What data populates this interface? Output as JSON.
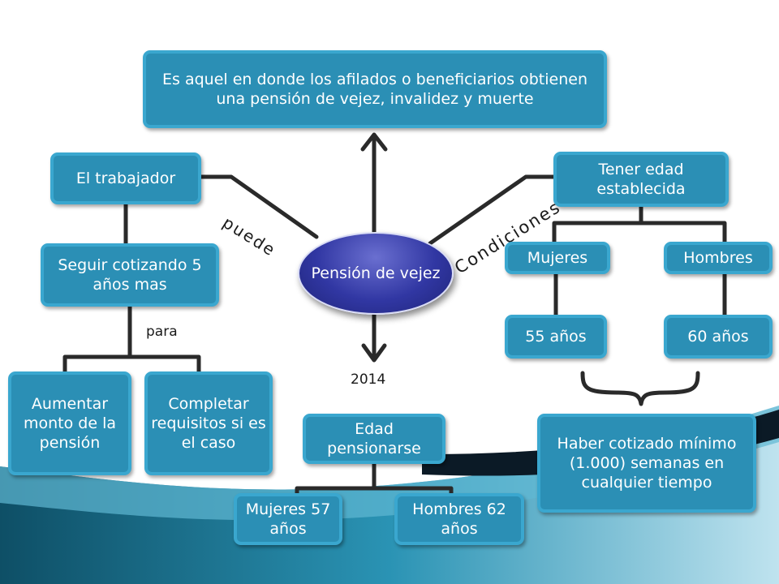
{
  "center": "Pensión de vejez",
  "definition": "Es aquel en donde los afilados o beneficiarios obtienen una pensión de vejez, invalidez y muerte",
  "left": {
    "worker": "El trabajador",
    "link_label": "puede",
    "action": "Seguir cotizando 5 años mas",
    "purpose_label": "para",
    "purpose_1": "Aumentar monto de la pensión",
    "purpose_2": "Completar requisitos si es el caso"
  },
  "bottom": {
    "year_label": "2014",
    "age_box": "Edad pensionarse",
    "women": "Mujeres 57 años",
    "men": "Hombres 62 años"
  },
  "right": {
    "link_label": "Condiciones",
    "condition": "Tener edad establecida",
    "women": "Mujeres",
    "men": "Hombres",
    "women_age": "55 años",
    "men_age": "60 años",
    "requirement": "Haber cotizado mínimo (1.000) semanas en cualquier tiempo"
  }
}
